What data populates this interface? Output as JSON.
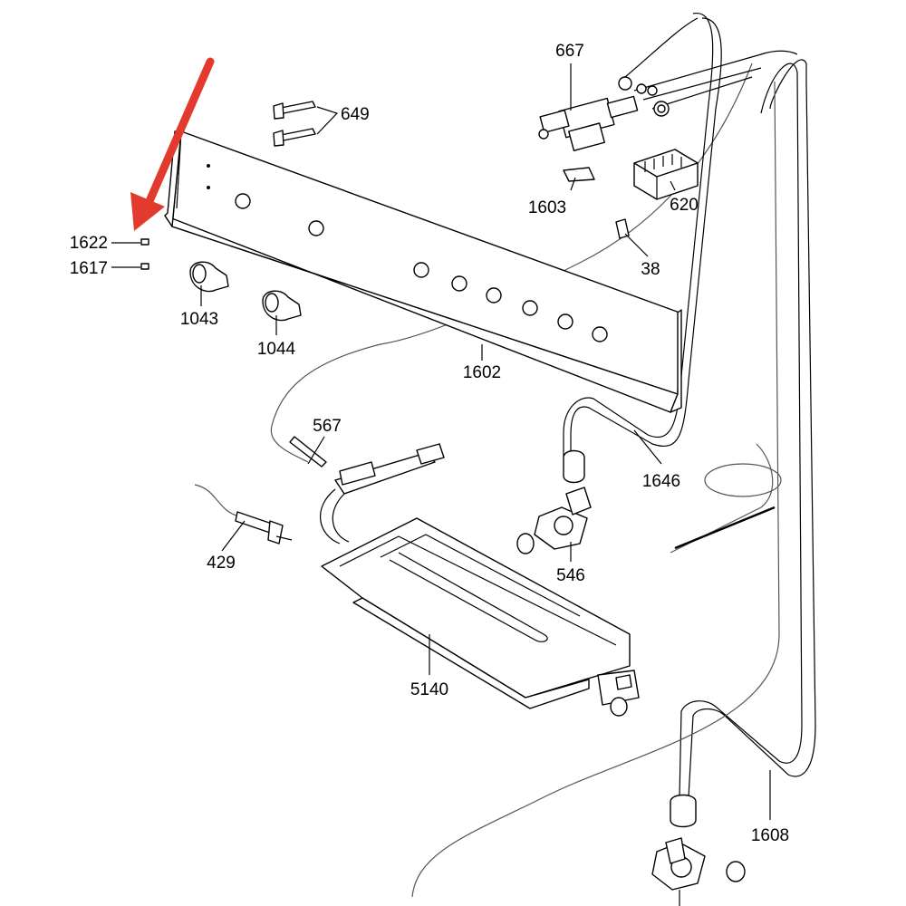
{
  "diagram": {
    "accent_color": "#e23b2e",
    "callouts": {
      "c667": "667",
      "c649": "649",
      "c1603": "1603",
      "c620": "620",
      "c38": "38",
      "c1622": "1622",
      "c1617": "1617",
      "c1043": "1043",
      "c1044": "1044",
      "c1602": "1602",
      "c567": "567",
      "c1646": "1646",
      "c429": "429",
      "c546": "546",
      "c5140": "5140",
      "c1608": "1608"
    }
  }
}
